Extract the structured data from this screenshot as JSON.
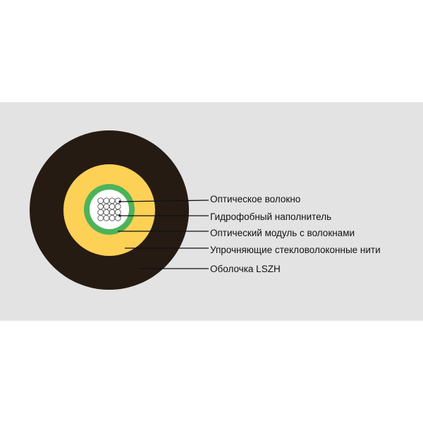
{
  "colors": {
    "background": "#ffffff",
    "panel": "#e3e3e3",
    "sheath": "#261b13",
    "strength_yarns": "#fdd156",
    "module": "#4db35a",
    "filler": "#ffffff",
    "fiber_outline": "#555555",
    "leader_line": "#111111"
  },
  "labels": [
    "Оптическое волокно",
    "Гидрофобный наполнитель",
    "Оптический модуль с волокнами",
    "Упрочняющие стекловолоконные нити",
    "Оболочка LSZH"
  ]
}
